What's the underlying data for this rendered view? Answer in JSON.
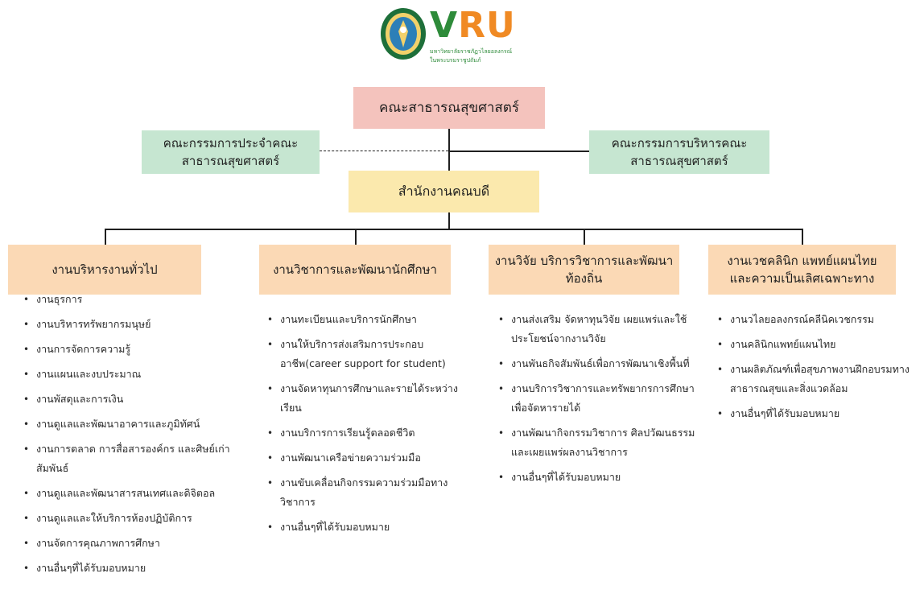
{
  "logo": {
    "letters_green": "V",
    "letters_orange": "RU",
    "subtitle_line1": "มหาวิทยาลัยราชภัฏวไลยอลงกรณ์",
    "subtitle_line2": "ในพระบรมราชูปถัมภ์",
    "colors": {
      "green": "#2e8b3a",
      "orange": "#f08a24"
    }
  },
  "org": {
    "root": "คณะสาธารณสุขศาสตร์",
    "committee_left": "คณะกรรมการประจำคณะ\nสาธารณสุขศาสตร์",
    "committee_right": "คณะกรรมการบริหารคณะ\nสาธารณสุขศาสตร์",
    "office": "สำนักงานคณบดี",
    "departments": [
      {
        "title": "งานบริหารงานทั่วไป",
        "items": [
          "งานธุรการ",
          "งานบริหารทรัพยากรมนุษย์",
          "งานการจัดการความรู้",
          "งานแผนและงบประมาณ",
          "งานพัสดุและการเงิน",
          "งานดูแลและพัฒนาอาคารและภูมิทัศน์",
          "งานการตลาด การสื่อสารองค์กร และศิษย์เก่าสัมพันธ์",
          "งานดูแลและพัฒนาสารสนเทศและดิจิตอล",
          "งานดูแลและให้บริการห้องปฏิบัติการ",
          "งานจัดการคุณภาพการศึกษา",
          "งานอื่นๆที่ได้รับมอบหมาย"
        ]
      },
      {
        "title": "งานวิชาการและพัฒนานักศึกษา",
        "items": [
          "งานทะเบียนและบริการนักศึกษา",
          "งานให้บริการส่งเสริมการประกอบอาชีพ(career support for student)",
          "งานจัดหาทุนการศึกษาและรายได้ระหว่างเรียน",
          "งานบริการการเรียนรู้ตลอดชีวิต",
          "งานพัฒนาเครือข่ายความร่วมมือ",
          "งานขับเคลื่อนกิจกรรมความร่วมมือทางวิชาการ",
          "งานอื่นๆที่ได้รับมอบหมาย"
        ]
      },
      {
        "title": "งานวิจัย บริการวิชาการและพัฒนา\nท้องถิ่น",
        "items": [
          "งานส่งเสริม จัดหาทุนวิจัย เผยแพร่และใช้ประโยชน์จากงานวิจัย",
          "งานพันธกิจสัมพันธ์เพื่อการพัฒนาเชิงพื้นที่",
          "งานบริการวิชาการและทรัพยากรการศึกษา เพื่อจัดหารายได้",
          "งานพัฒนากิจกรรมวิชาการ ศิลปวัฒนธรรมและเผยแพร่ผลงานวิชาการ",
          "งานอื่นๆที่ได้รับมอบหมาย"
        ]
      },
      {
        "title": "งานเวชคลินิก แพทย์แผนไทย\nและความเป็นเลิศเฉพาะทาง",
        "items": [
          "งานวไลยอลงกรณ์คลีนิคเวชกรรม",
          "งานคลินิกแพทย์แผนไทย",
          "งานผลิตภัณฑ์เพื่อสุขภาพงานฝึกอบรมทางสาธารณสุขและสิ่งแวดล้อม",
          "งานอื่นๆที่ได้รับมอบหมาย"
        ]
      }
    ],
    "colors": {
      "root": "#f4c3bd",
      "committee": "#c6e6d1",
      "office": "#fbe9ad",
      "department": "#fbd9b5"
    }
  }
}
